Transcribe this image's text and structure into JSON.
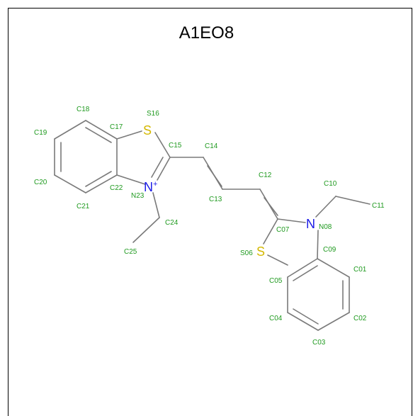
{
  "title": "A1EO8",
  "atom_symbols": {
    "s16": "S",
    "n23": "N",
    "n23_charge": "+",
    "s06": "S",
    "n08": "N"
  },
  "atom_labels": {
    "C18": "C18",
    "S16": "S16",
    "C19": "C19",
    "C17": "C17",
    "C15": "C15",
    "C14": "C14",
    "C20": "C20",
    "C22": "C22",
    "N23": "N23",
    "C21": "C21",
    "C13": "C13",
    "C12": "C12",
    "C10": "C10",
    "C11": "C11",
    "C24": "C24",
    "C25": "C25",
    "C07": "C07",
    "N08": "N08",
    "S06": "S06",
    "C09": "C09",
    "C01": "C01",
    "C05": "C05",
    "C04": "C04",
    "C02": "C02",
    "C03": "C03"
  },
  "colors": {
    "bond": "#7a7a7a",
    "carbon_label": "#1f9a1f",
    "sulfur": "#d4b800",
    "nitrogen": "#1a1ae6"
  }
}
